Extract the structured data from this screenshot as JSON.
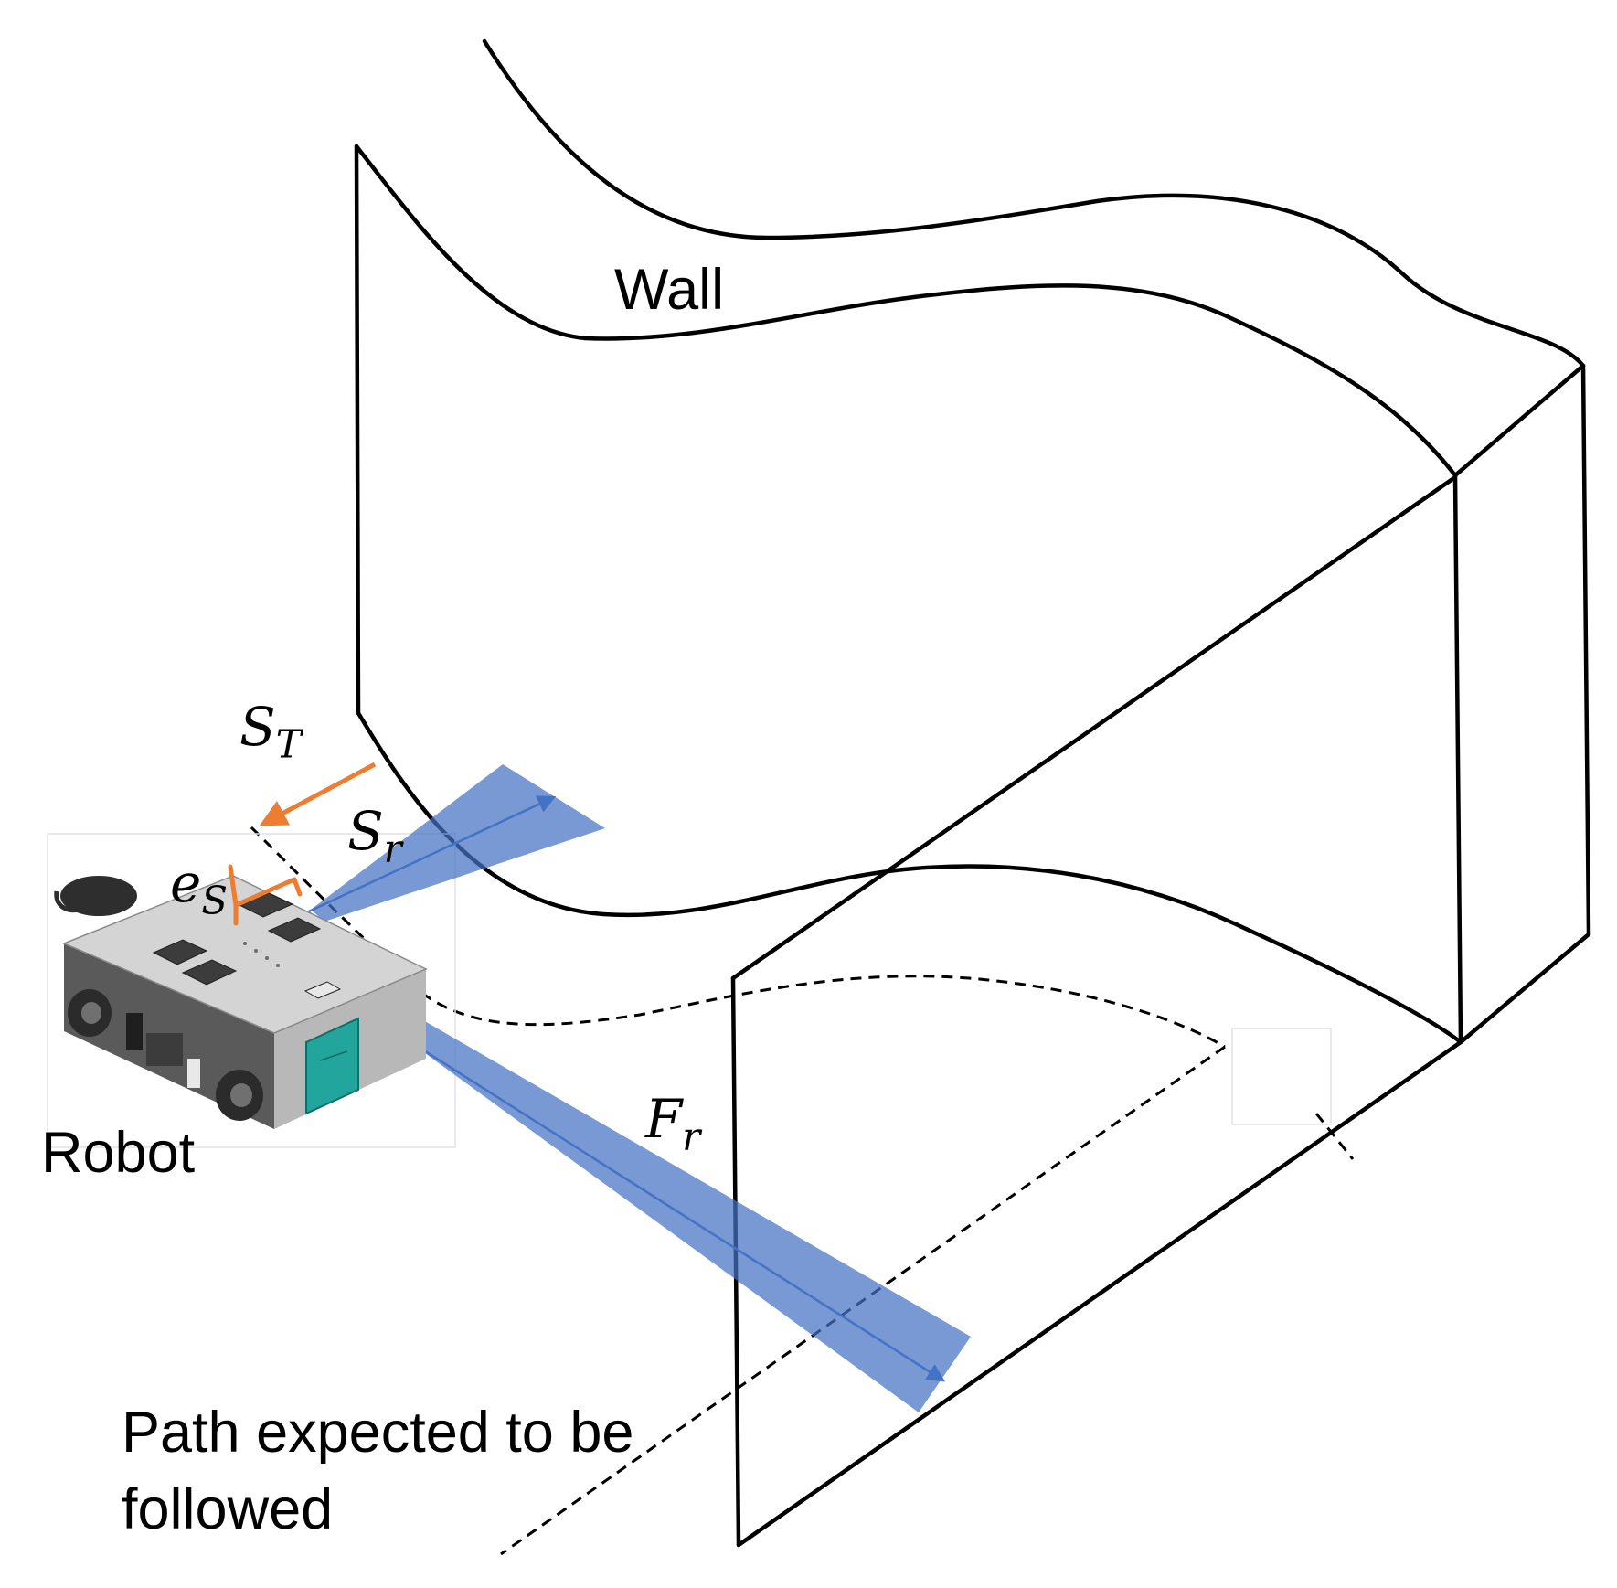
{
  "labels": {
    "wall": "Wall",
    "robot": "Robot",
    "path_line1": "Path expected to be",
    "path_line2": "followed",
    "s_t_main": "S",
    "s_t_sub": "T",
    "s_r_main": "S",
    "s_r_sub": "r",
    "e_s_main": "e",
    "e_s_sub": "S",
    "f_r_main": "F",
    "f_r_sub": "r"
  },
  "colors": {
    "outline": "#000000",
    "beam": "#4472c4",
    "arrow": "#ed7d31",
    "robot_body": "#c8c8c8",
    "robot_dark": "#5a5a5a",
    "robot_panel": "#22a59c"
  }
}
